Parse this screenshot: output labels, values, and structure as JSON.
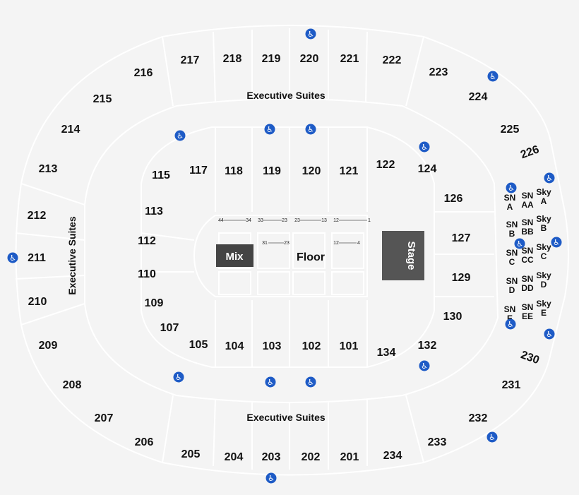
{
  "labels": {
    "executive_suites_top": "Executive Suites",
    "executive_suites_bottom": "Executive Suites",
    "executive_suites_left": "Executive Suites",
    "mix": "Mix",
    "floor": "Floor",
    "stage": "Stage"
  },
  "upper_sections": [
    "216",
    "217",
    "218",
    "219",
    "220",
    "221",
    "222",
    "223",
    "224",
    "215",
    "214",
    "213",
    "212",
    "211",
    "210",
    "209",
    "208",
    "207",
    "206",
    "205",
    "204",
    "203",
    "202",
    "201",
    "234",
    "233",
    "232",
    "231",
    "230",
    "225",
    "226"
  ],
  "lower_sections": [
    "117",
    "118",
    "119",
    "120",
    "121",
    "122",
    "124",
    "115",
    "113",
    "112",
    "110",
    "109",
    "107",
    "105",
    "104",
    "103",
    "102",
    "101",
    "134",
    "132",
    "126",
    "127",
    "129",
    "130"
  ],
  "suite_boxes": [
    [
      "SN",
      "A"
    ],
    [
      "SN",
      "AA"
    ],
    [
      "Sky",
      "A"
    ],
    [
      "SN",
      "B"
    ],
    [
      "SN",
      "BB"
    ],
    [
      "Sky",
      "B"
    ],
    [
      "SN",
      "C"
    ],
    [
      "SN",
      "CC"
    ],
    [
      "Sky",
      "C"
    ],
    [
      "SN",
      "D"
    ],
    [
      "SN",
      "DD"
    ],
    [
      "Sky",
      "D"
    ],
    [
      "SN",
      "E"
    ],
    [
      "SN",
      "EE"
    ],
    [
      "Sky",
      "E"
    ]
  ],
  "floor_rows": {
    "r1": [
      "44",
      "34",
      "33",
      "23",
      "23",
      "13",
      "12",
      "1"
    ],
    "r2": [
      "31",
      "23",
      "12",
      "4"
    ]
  },
  "colors": {
    "background": "#f4f4f4",
    "lines": "#ffffff",
    "stage": "#555555",
    "mix": "#444444",
    "accessible": "#1e5bc6"
  },
  "icon": "wheelchair-icon"
}
